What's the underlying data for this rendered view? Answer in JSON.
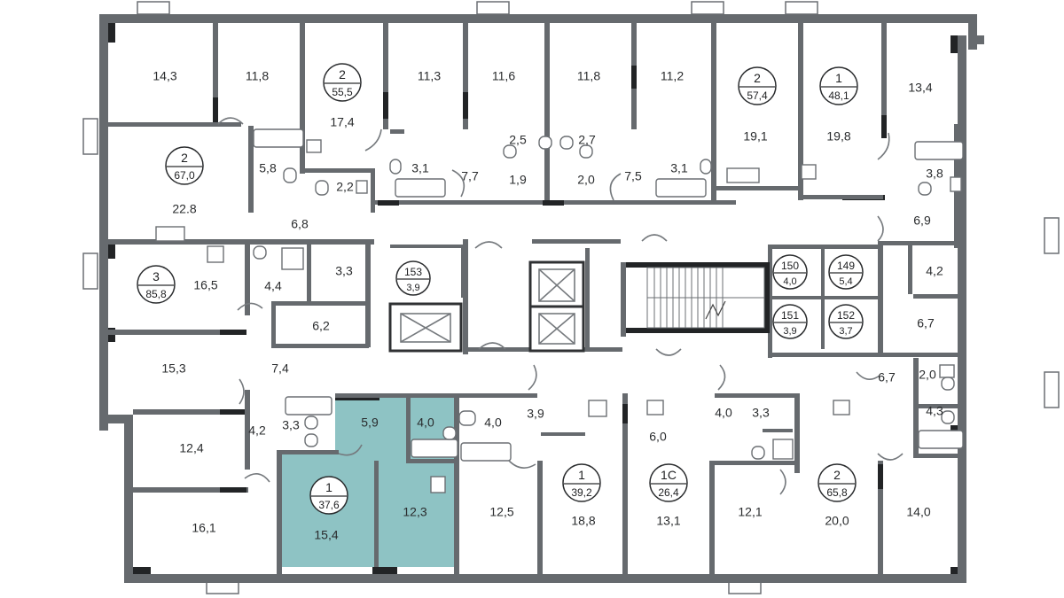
{
  "highlight_color": "#8ec3c4",
  "apartments": [
    {
      "id": "apt-2-55-5",
      "rooms": "2",
      "area": "55,5"
    },
    {
      "id": "apt-2-67-0",
      "rooms": "2",
      "area": "67,0"
    },
    {
      "id": "apt-3-85-8",
      "rooms": "3",
      "area": "85,8"
    },
    {
      "id": "apt-2-57-4",
      "rooms": "2",
      "area": "57,4"
    },
    {
      "id": "apt-1-48-1",
      "rooms": "1",
      "area": "48,1"
    },
    {
      "id": "apt-1-37-6",
      "rooms": "1",
      "area": "37,6",
      "highlighted": true
    },
    {
      "id": "apt-1-39-2",
      "rooms": "1",
      "area": "39,2"
    },
    {
      "id": "apt-1c-26-4",
      "rooms": "1С",
      "area": "26,4"
    },
    {
      "id": "apt-2-65-8",
      "rooms": "2",
      "area": "65,8"
    }
  ],
  "storage_units": [
    {
      "id": "unit-153",
      "number": "153",
      "area": "3,9"
    },
    {
      "id": "unit-150",
      "number": "150",
      "area": "4,0"
    },
    {
      "id": "unit-149",
      "number": "149",
      "area": "5,4"
    },
    {
      "id": "unit-151",
      "number": "151",
      "area": "3,9"
    },
    {
      "id": "unit-152",
      "number": "152",
      "area": "3,7"
    }
  ],
  "room_areas": [
    "14,3",
    "11,8",
    "17,4",
    "11,3",
    "11,6",
    "11,8",
    "11,2",
    "13,4",
    "19,1",
    "19,8",
    "22.8",
    "5,8",
    "2,2",
    "3,1",
    "7,7",
    "2,5",
    "1,9",
    "2,7",
    "2,0",
    "7,5",
    "3,1",
    "3,8",
    "6,8",
    "6,9",
    "16,5",
    "4,4",
    "3,3",
    "4,2",
    "6,2",
    "6,7",
    "7,4",
    "15,3",
    "6,7",
    "2,0",
    "4,3",
    "12,4",
    "4,2",
    "3,3",
    "5,9",
    "4,0",
    "4,0",
    "3,9",
    "6,0",
    "4,0",
    "3,3",
    "16,1",
    "15,4",
    "12,3",
    "12,5",
    "18,8",
    "13,1",
    "12,1",
    "20,0",
    "14,0"
  ]
}
